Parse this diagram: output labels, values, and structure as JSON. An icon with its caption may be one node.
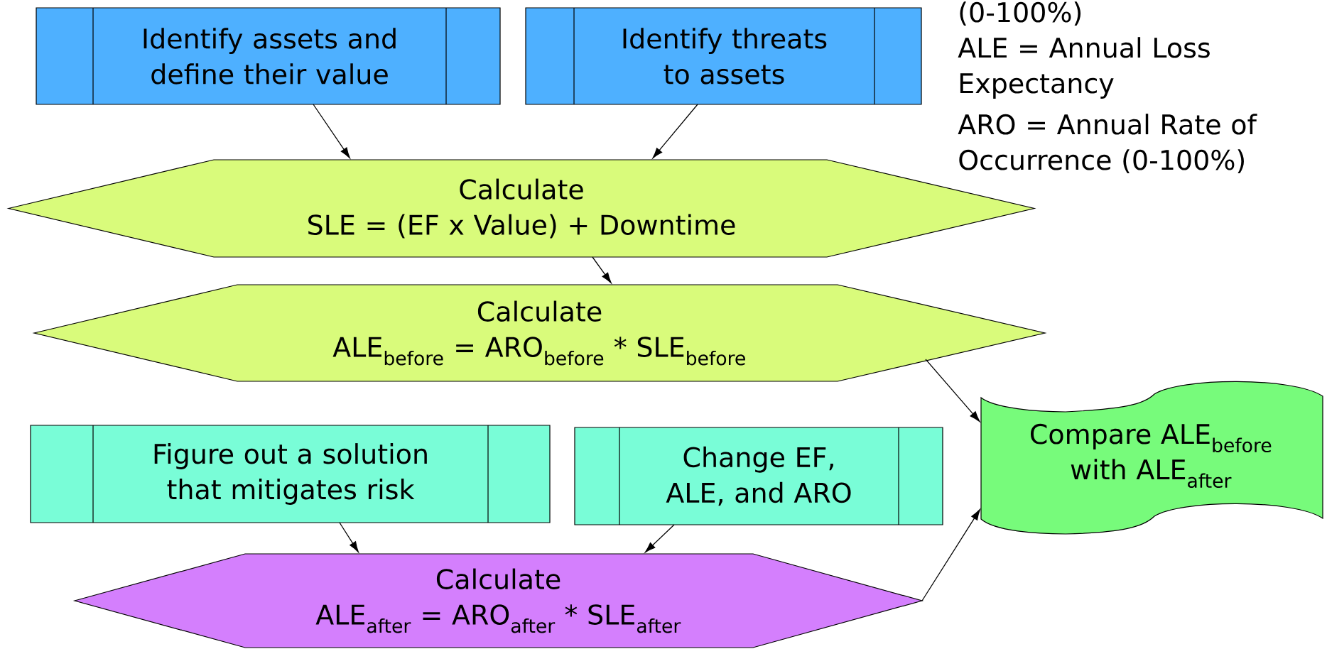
{
  "diagram": {
    "nodes": [
      {
        "text": [
          "Identify assets and define their value"
        ]
      },
      {
        "text": [
          "Identify threats to assets"
        ]
      },
      {
        "text": [
          "Calculate",
          "SLE = (EF x Value) + Downtime"
        ]
      },
      {
        "text": [
          "Calculate",
          "ALE$_{before}$ = ARO$_{before}$ * SLE$_{before}$"
        ]
      },
      {
        "text": [
          "Figure out a solution that mitigates risk"
        ]
      },
      {
        "text": [
          "Change EF, ALE, and ARO"
        ]
      },
      {
        "text": [
          "Calculate",
          "ALE$_{after}$ = ARO$_{after}$ * SLE$_{after}$"
        ]
      },
      {
        "text": [
          "Compare ALE$_{before}$ with ALE$_{after}$"
        ]
      }
    ],
    "edges": [
      {
        "from": 0,
        "to": 2,
        "arrow": "to"
      },
      {
        "from": 1,
        "to": 2,
        "arrow": "to"
      },
      {
        "from": 2,
        "to": 3,
        "arrow": "to"
      },
      {
        "from": 3,
        "to": 7,
        "arrow": "to"
      },
      {
        "from": 4,
        "to": 6,
        "arrow": "to"
      },
      {
        "from": 5,
        "to": 6,
        "arrow": "to"
      },
      {
        "from": 6,
        "to": 7,
        "arrow": "to"
      }
    ],
    "labels": [
      "(0-100%)",
      "ALE = Annual Loss Expectancy",
      "ARO = Annual Rate of Occurrence (0-100%)"
    ]
  }
}
